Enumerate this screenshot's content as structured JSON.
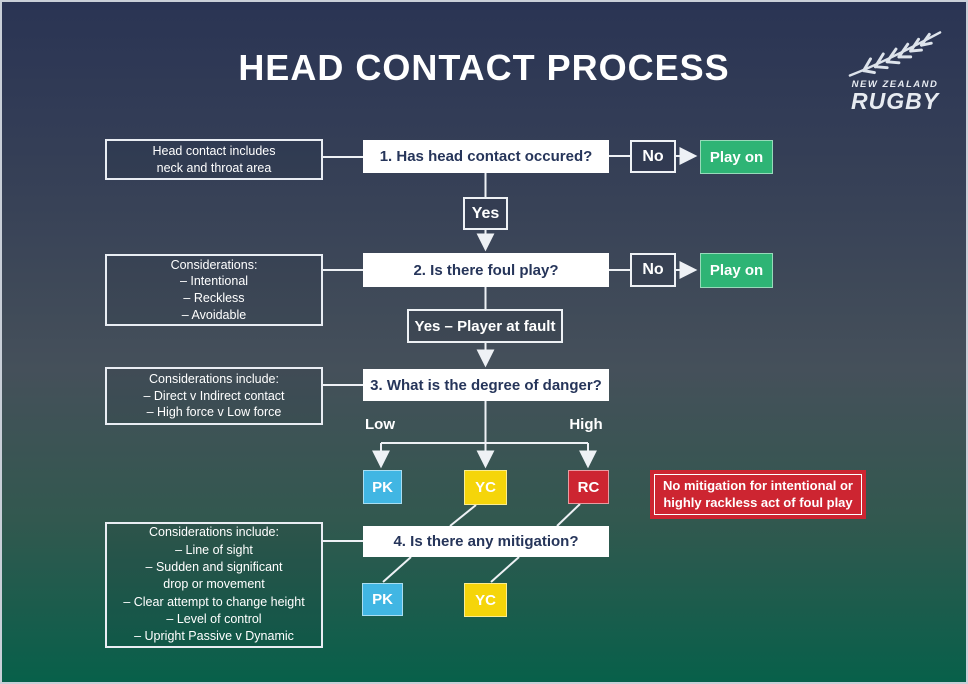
{
  "title": "HEAD CONTACT PROCESS",
  "logo": {
    "region": "NEW ZEALAND",
    "brand": "RUGBY"
  },
  "colors": {
    "background_top": "#2a3454",
    "background_bottom": "#07604a",
    "navy_text": "#26355a",
    "penalty_blue": "#41b6e3",
    "yellow_card": "#f5d50a",
    "red_card": "#cd2531",
    "play_on_green": "#2eb475",
    "line_white": "#eef1f5"
  },
  "steps": {
    "q1": "1. Has head contact occured?",
    "q2": "2. Is there foul play?",
    "q3": "3. What is the degree of danger?",
    "q4": "4. Is there any mitigation?"
  },
  "answers": {
    "no1": "No",
    "play_on1": "Play on",
    "yes1": "Yes",
    "no2": "No",
    "play_on2": "Play on",
    "yes2": "Yes – Player at fault",
    "low": "Low",
    "high": "High"
  },
  "outcomes": {
    "pk_top": "PK",
    "yc_top": "YC",
    "rc_top": "RC",
    "pk_bottom": "PK",
    "yc_bottom": "YC"
  },
  "note": {
    "line1": "No mitigation for intentional or",
    "line2": "highly rackless act of foul play"
  },
  "side_notes": [
    {
      "lines": [
        "Head contact includes",
        "neck and throat area"
      ]
    },
    {
      "lines": [
        "Considerations:",
        "– Intentional",
        "– Reckless",
        "– Avoidable"
      ]
    },
    {
      "lines": [
        "Considerations include:",
        "– Direct v Indirect contact",
        "– High force v Low force"
      ]
    },
    {
      "lines": [
        "Considerations include:",
        "– Line of sight",
        "– Sudden and significant",
        "drop or movement",
        "– Clear attempt to change height",
        "– Level of control",
        "– Upright Passive v Dynamic"
      ]
    }
  ]
}
